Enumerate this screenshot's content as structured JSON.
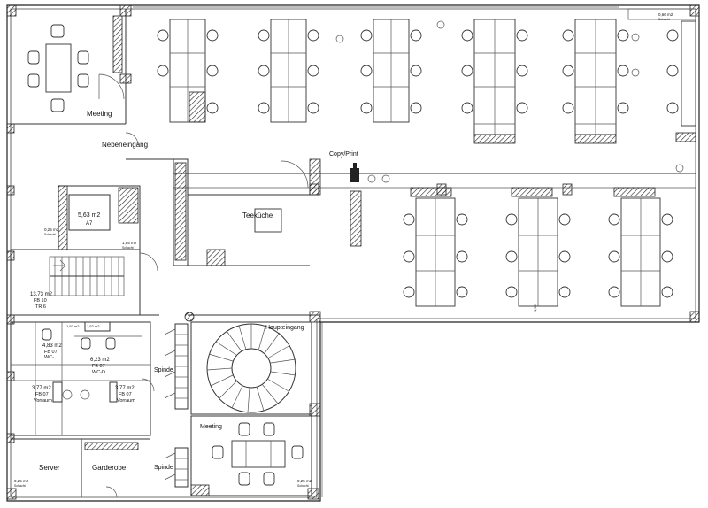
{
  "rooms": {
    "meeting_top": "Meeting",
    "nebeneingang": "Nebeneingang",
    "copy_print": "Copy/Print",
    "teekueche": "Teeküche",
    "a7_area": "5,63 m2",
    "a7_code": "A7",
    "schacht_left_area": "0,25 m2",
    "schacht_left_label": "Schacht",
    "schacht_mid_area": "1,85 m2",
    "schacht_mid_label": "Schacht",
    "stair_area": "13,73 m2",
    "stair_fb": "FB 10",
    "stair_tr": "TR 6",
    "small_area_1": "1,52 m2",
    "small_area_2": "1,52 m2",
    "wc_left_area": "4,83 m2",
    "wc_left_fb": "FB 07",
    "wc_left_type": "WC-",
    "wc_mid_area": "6,23 m2",
    "wc_mid_fb": "FB 07",
    "wc_mid_type": "WC-D",
    "vorraum_left_area": "3,77 m2",
    "vorraum_left_fb": "FB 07",
    "vorraum_left": "Vorraum",
    "vorraum_right_area": "3,77 m2",
    "vorraum_right_fb": "FB 07",
    "vorraum_right": "Vorraum",
    "haupteingang": "Haupteingang",
    "spinde_top": "Spinde",
    "spinde_bottom": "Spinde",
    "meeting_bottom": "Meeting",
    "server": "Server",
    "garderobe": "Garderobe",
    "schacht_bl_area": "0,25 m2",
    "schacht_bl_label": "Schacht",
    "schacht_bm_area": "0,25 m2",
    "schacht_bm_label": "Schacht",
    "schacht_tr_area": "0,66 m2",
    "schacht_tr_label": "Schacht",
    "stair_small_label": "1,56"
  }
}
